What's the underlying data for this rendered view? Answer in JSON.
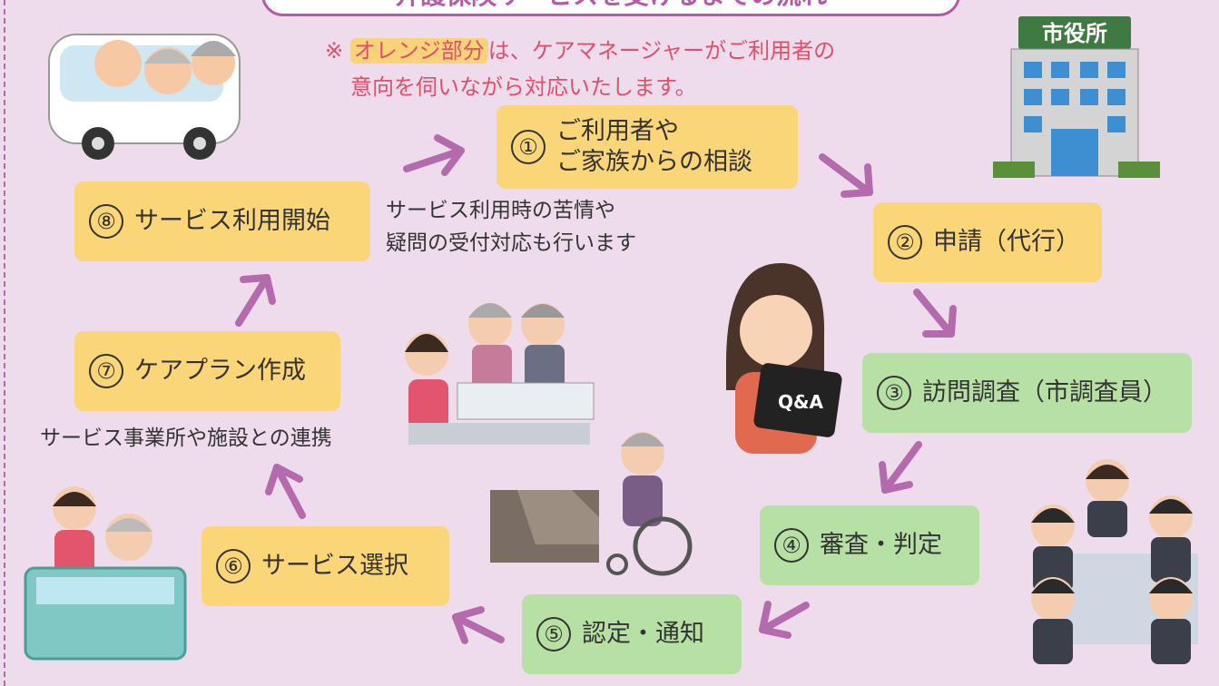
{
  "title": "介護保険サービスを受けるまでの流れ",
  "note": {
    "mark": "※",
    "highlight": "オレンジ部分",
    "line1_rest": "は、ケアマネージャーがご利用者の",
    "line2": "意向を伺いながら対応いたします。"
  },
  "city_hall_sign": "市役所",
  "clipboard_text": "Q&A",
  "steps": [
    {
      "num": "①",
      "label_line1": "ご利用者や",
      "label_line2": "ご家族からの相談",
      "color": "orange"
    },
    {
      "num": "②",
      "label": "申請（代行）",
      "color": "orange"
    },
    {
      "num": "③",
      "label": "訪問調査（市調査員）",
      "color": "green"
    },
    {
      "num": "④",
      "label": "審査・判定",
      "color": "green"
    },
    {
      "num": "⑤",
      "label": "認定・通知",
      "color": "green"
    },
    {
      "num": "⑥",
      "label": "サービス選択",
      "color": "orange"
    },
    {
      "num": "⑦",
      "label": "ケアプラン作成",
      "color": "orange"
    },
    {
      "num": "⑧",
      "label": "サービス利用開始",
      "color": "orange"
    }
  ],
  "captions": {
    "complaints_line1": "サービス利用時の苦情や",
    "complaints_line2": "疑問の受付対応も行います",
    "coordination": "サービス事業所や施設との連携"
  },
  "colors": {
    "background": "#eedcec",
    "orange_box": "#fbd679",
    "green_box": "#b6e0a4",
    "arrow": "#b56aae",
    "note_text": "#e0506a"
  }
}
